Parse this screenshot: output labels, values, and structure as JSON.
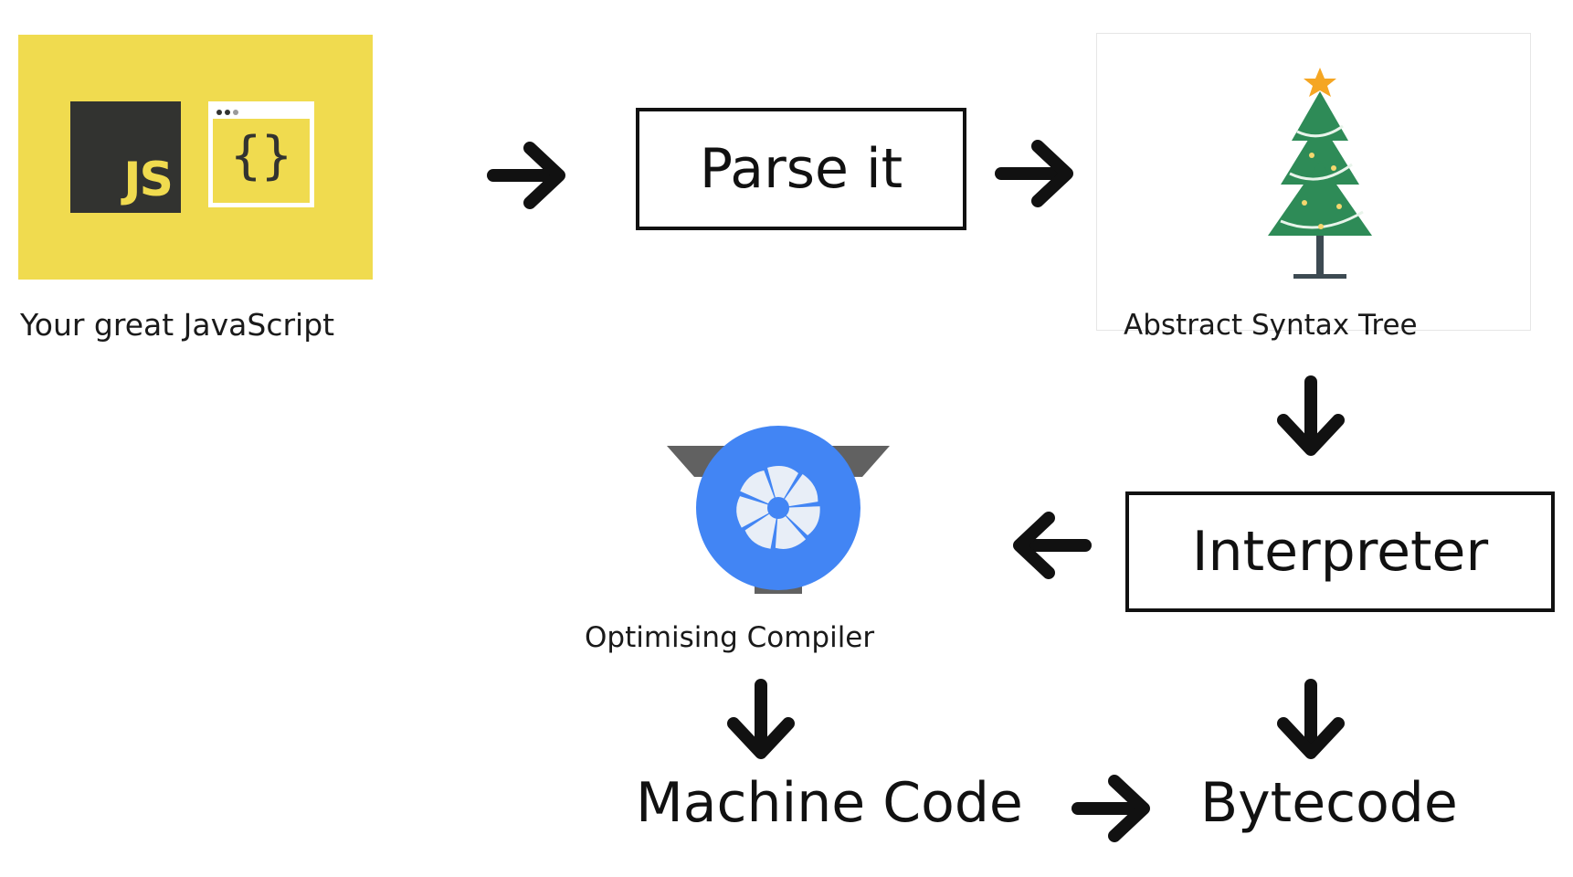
{
  "source": {
    "caption": "Your great JavaScript",
    "logo_text": "JS",
    "editor_glyph": "{}",
    "tile_color": "#f0db4f",
    "logo_icon": "javascript-logo-icon",
    "editor_icon": "code-window-icon"
  },
  "parse_step": {
    "label": "Parse it"
  },
  "ast": {
    "caption": "Abstract Syntax Tree",
    "icon": "christmas-tree-icon",
    "tree_color": "#2e8b57",
    "star_color": "#f5a623"
  },
  "interpreter": {
    "label": "Interpreter"
  },
  "compiler": {
    "caption": "Optimising Compiler",
    "icon": "turbofan-icon",
    "accent_color": "#4285f4"
  },
  "outputs": {
    "machine_code": "Machine Code",
    "bytecode": "Bytecode"
  },
  "arrows": {
    "icon": "arrow-icon",
    "color": "#111111"
  }
}
